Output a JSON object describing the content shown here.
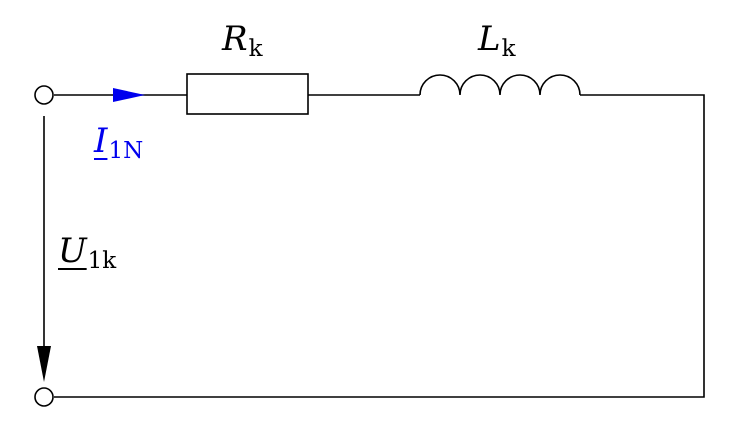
{
  "components": {
    "resistor": {
      "symbol": "R",
      "subscript": "k"
    },
    "inductor": {
      "symbol": "L",
      "subscript": "k"
    }
  },
  "current": {
    "symbol": "I",
    "subscript": "1N",
    "color": "#0000ee"
  },
  "voltage": {
    "symbol": "U",
    "subscript": "1k",
    "color": "#000000"
  },
  "colors": {
    "wire": "#000000",
    "background": "#ffffff"
  }
}
